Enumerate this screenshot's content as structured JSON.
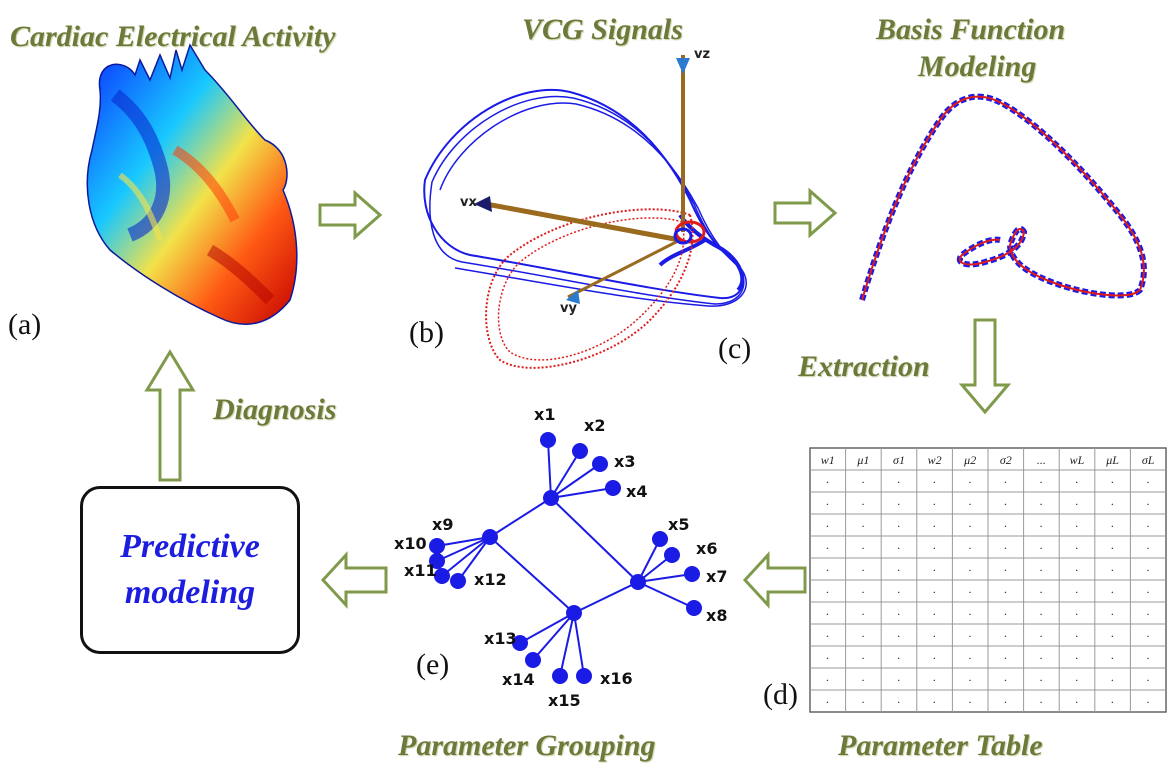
{
  "titles": {
    "cardiac": "Cardiac Electrical Activity",
    "vcg": "VCG Signals",
    "basis_line1": "Basis Function",
    "basis_line2": "Modeling",
    "extraction": "Extraction",
    "diagnosis": "Diagnosis",
    "parameter_grouping": "Parameter Grouping",
    "parameter_table": "Parameter Table"
  },
  "panel_labels": {
    "a": "(a)",
    "b": "(b)",
    "c": "(c)",
    "d": "(d)",
    "e": "(e)"
  },
  "predictive": {
    "line1": "Predictive",
    "line2": "modeling"
  },
  "vcg_axes": {
    "vx": "vx",
    "vy": "vy",
    "vz": "vz"
  },
  "table": {
    "headers": [
      "w1",
      "μ1",
      "σ1",
      "w2",
      "μ2",
      "σ2",
      "...",
      "wL",
      "μL",
      "σL"
    ],
    "cell": "."
  },
  "tree_nodes": [
    "x1",
    "x2",
    "x3",
    "x4",
    "x5",
    "x6",
    "x7",
    "x8",
    "x9",
    "x10",
    "x11",
    "x12",
    "x13",
    "x14",
    "x15",
    "x16"
  ],
  "colors": {
    "title_olive": "#6b7a3a",
    "arrow_green": "#7f9a4a",
    "loop_blue": "#1b1be6",
    "loop_red": "#e01b1b",
    "axis_brown": "#9a6a1e",
    "predictive_text": "#1d1de0"
  }
}
